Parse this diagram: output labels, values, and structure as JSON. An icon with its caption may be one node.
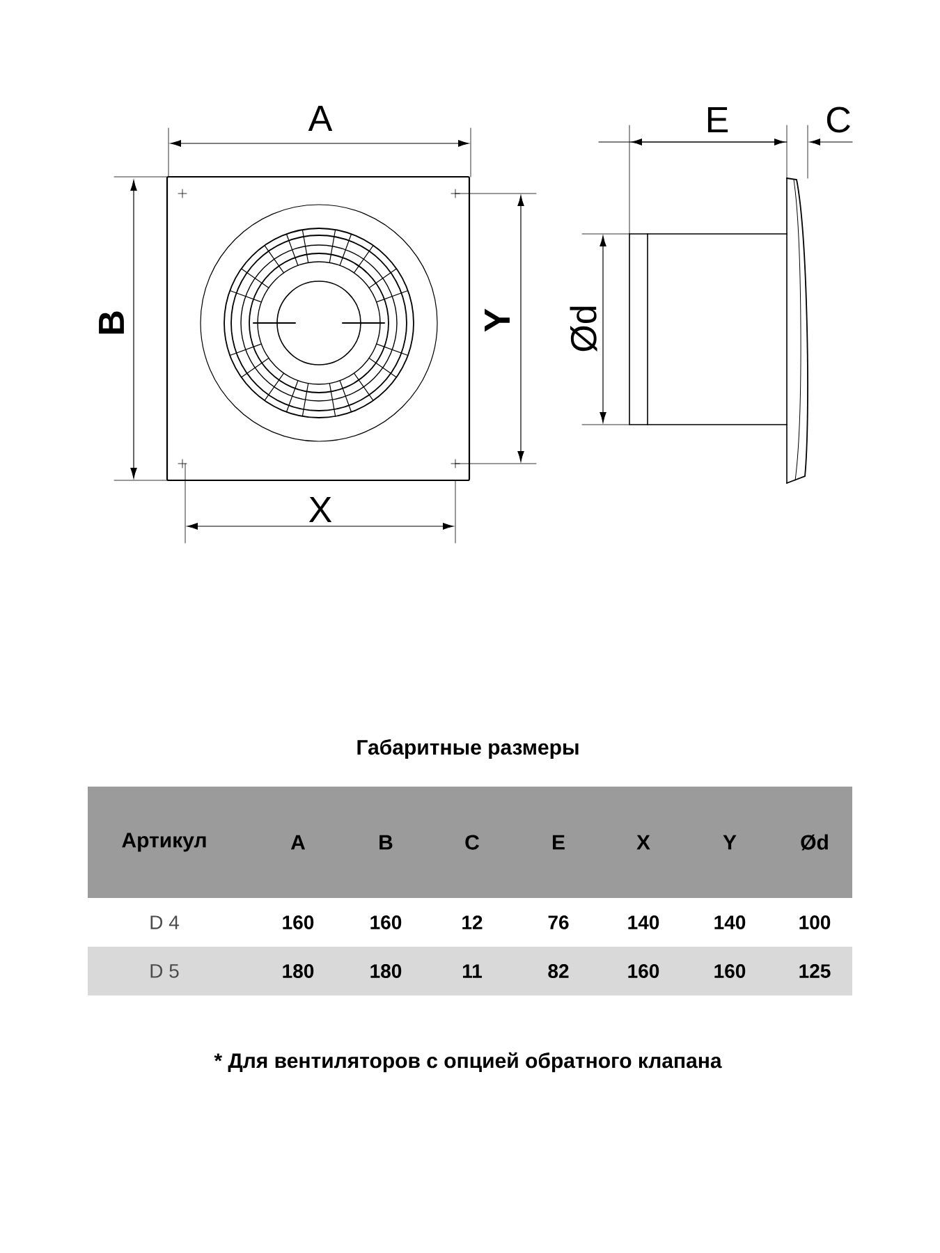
{
  "diagram": {
    "title": "Габаритные размеры",
    "labels": [
      "A",
      "B",
      "Y",
      "X",
      "E",
      "C",
      "Ød",
      "Артикул",
      "A",
      "B",
      "C",
      "E",
      "X",
      "Y",
      "Ød",
      "D 4",
      "160",
      "160",
      "12",
      "76",
      "140",
      "140",
      "100",
      "D 5",
      "180",
      "180",
      "11",
      "82",
      "160",
      "160",
      "125",
      "* Для вентиляторов с опцией обратного клапана"
    ]
  }
}
